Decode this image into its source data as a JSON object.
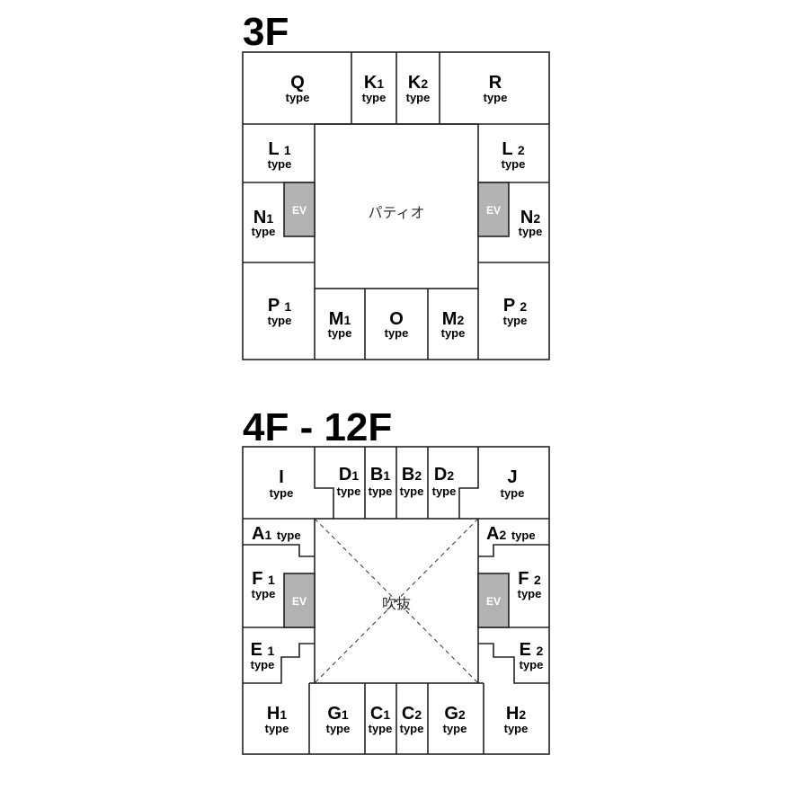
{
  "floors": [
    {
      "title": "3F",
      "center_label": "パティオ",
      "ev_label": "EV",
      "units": [
        {
          "id": "Q",
          "letter": "Q",
          "sub": "",
          "type": "type"
        },
        {
          "id": "K1",
          "letter": "K",
          "sub": "1",
          "type": "type"
        },
        {
          "id": "K2",
          "letter": "K",
          "sub": "2",
          "type": "type"
        },
        {
          "id": "R",
          "letter": "R",
          "sub": "",
          "type": "type"
        },
        {
          "id": "L1",
          "letter": "L",
          "sub": "1",
          "type": "type"
        },
        {
          "id": "L2",
          "letter": "L",
          "sub": "2",
          "type": "type"
        },
        {
          "id": "N1",
          "letter": "N",
          "sub": "1",
          "type": "type"
        },
        {
          "id": "N2",
          "letter": "N",
          "sub": "2",
          "type": "type"
        },
        {
          "id": "P1",
          "letter": "P",
          "sub": "1",
          "type": "type"
        },
        {
          "id": "P2",
          "letter": "P",
          "sub": "2",
          "type": "type"
        },
        {
          "id": "M1",
          "letter": "M",
          "sub": "1",
          "type": "type"
        },
        {
          "id": "O",
          "letter": "O",
          "sub": "",
          "type": "type"
        },
        {
          "id": "M2",
          "letter": "M",
          "sub": "2",
          "type": "type"
        }
      ]
    },
    {
      "title": "4F - 12F",
      "center_label": "吹抜",
      "ev_label": "EV",
      "units": [
        {
          "id": "I",
          "letter": "I",
          "sub": "",
          "type": "type"
        },
        {
          "id": "D1",
          "letter": "D",
          "sub": "1",
          "type": "type"
        },
        {
          "id": "B1",
          "letter": "B",
          "sub": "1",
          "type": "type"
        },
        {
          "id": "B2",
          "letter": "B",
          "sub": "2",
          "type": "type"
        },
        {
          "id": "D2",
          "letter": "D",
          "sub": "2",
          "type": "type"
        },
        {
          "id": "J",
          "letter": "J",
          "sub": "",
          "type": "type"
        },
        {
          "id": "A1",
          "letter": "A",
          "sub": "1",
          "type": "type"
        },
        {
          "id": "A2",
          "letter": "A",
          "sub": "2",
          "type": "type"
        },
        {
          "id": "F1",
          "letter": "F",
          "sub": "1",
          "type": "type"
        },
        {
          "id": "F2",
          "letter": "F",
          "sub": "2",
          "type": "type"
        },
        {
          "id": "E1",
          "letter": "E",
          "sub": "1",
          "type": "type"
        },
        {
          "id": "E2",
          "letter": "E",
          "sub": "2",
          "type": "type"
        },
        {
          "id": "H1",
          "letter": "H",
          "sub": "1",
          "type": "type"
        },
        {
          "id": "G1",
          "letter": "G",
          "sub": "1",
          "type": "type"
        },
        {
          "id": "C1",
          "letter": "C",
          "sub": "1",
          "type": "type"
        },
        {
          "id": "C2",
          "letter": "C",
          "sub": "2",
          "type": "type"
        },
        {
          "id": "G2",
          "letter": "G",
          "sub": "2",
          "type": "type"
        },
        {
          "id": "H2",
          "letter": "H",
          "sub": "2",
          "type": "type"
        }
      ]
    }
  ]
}
